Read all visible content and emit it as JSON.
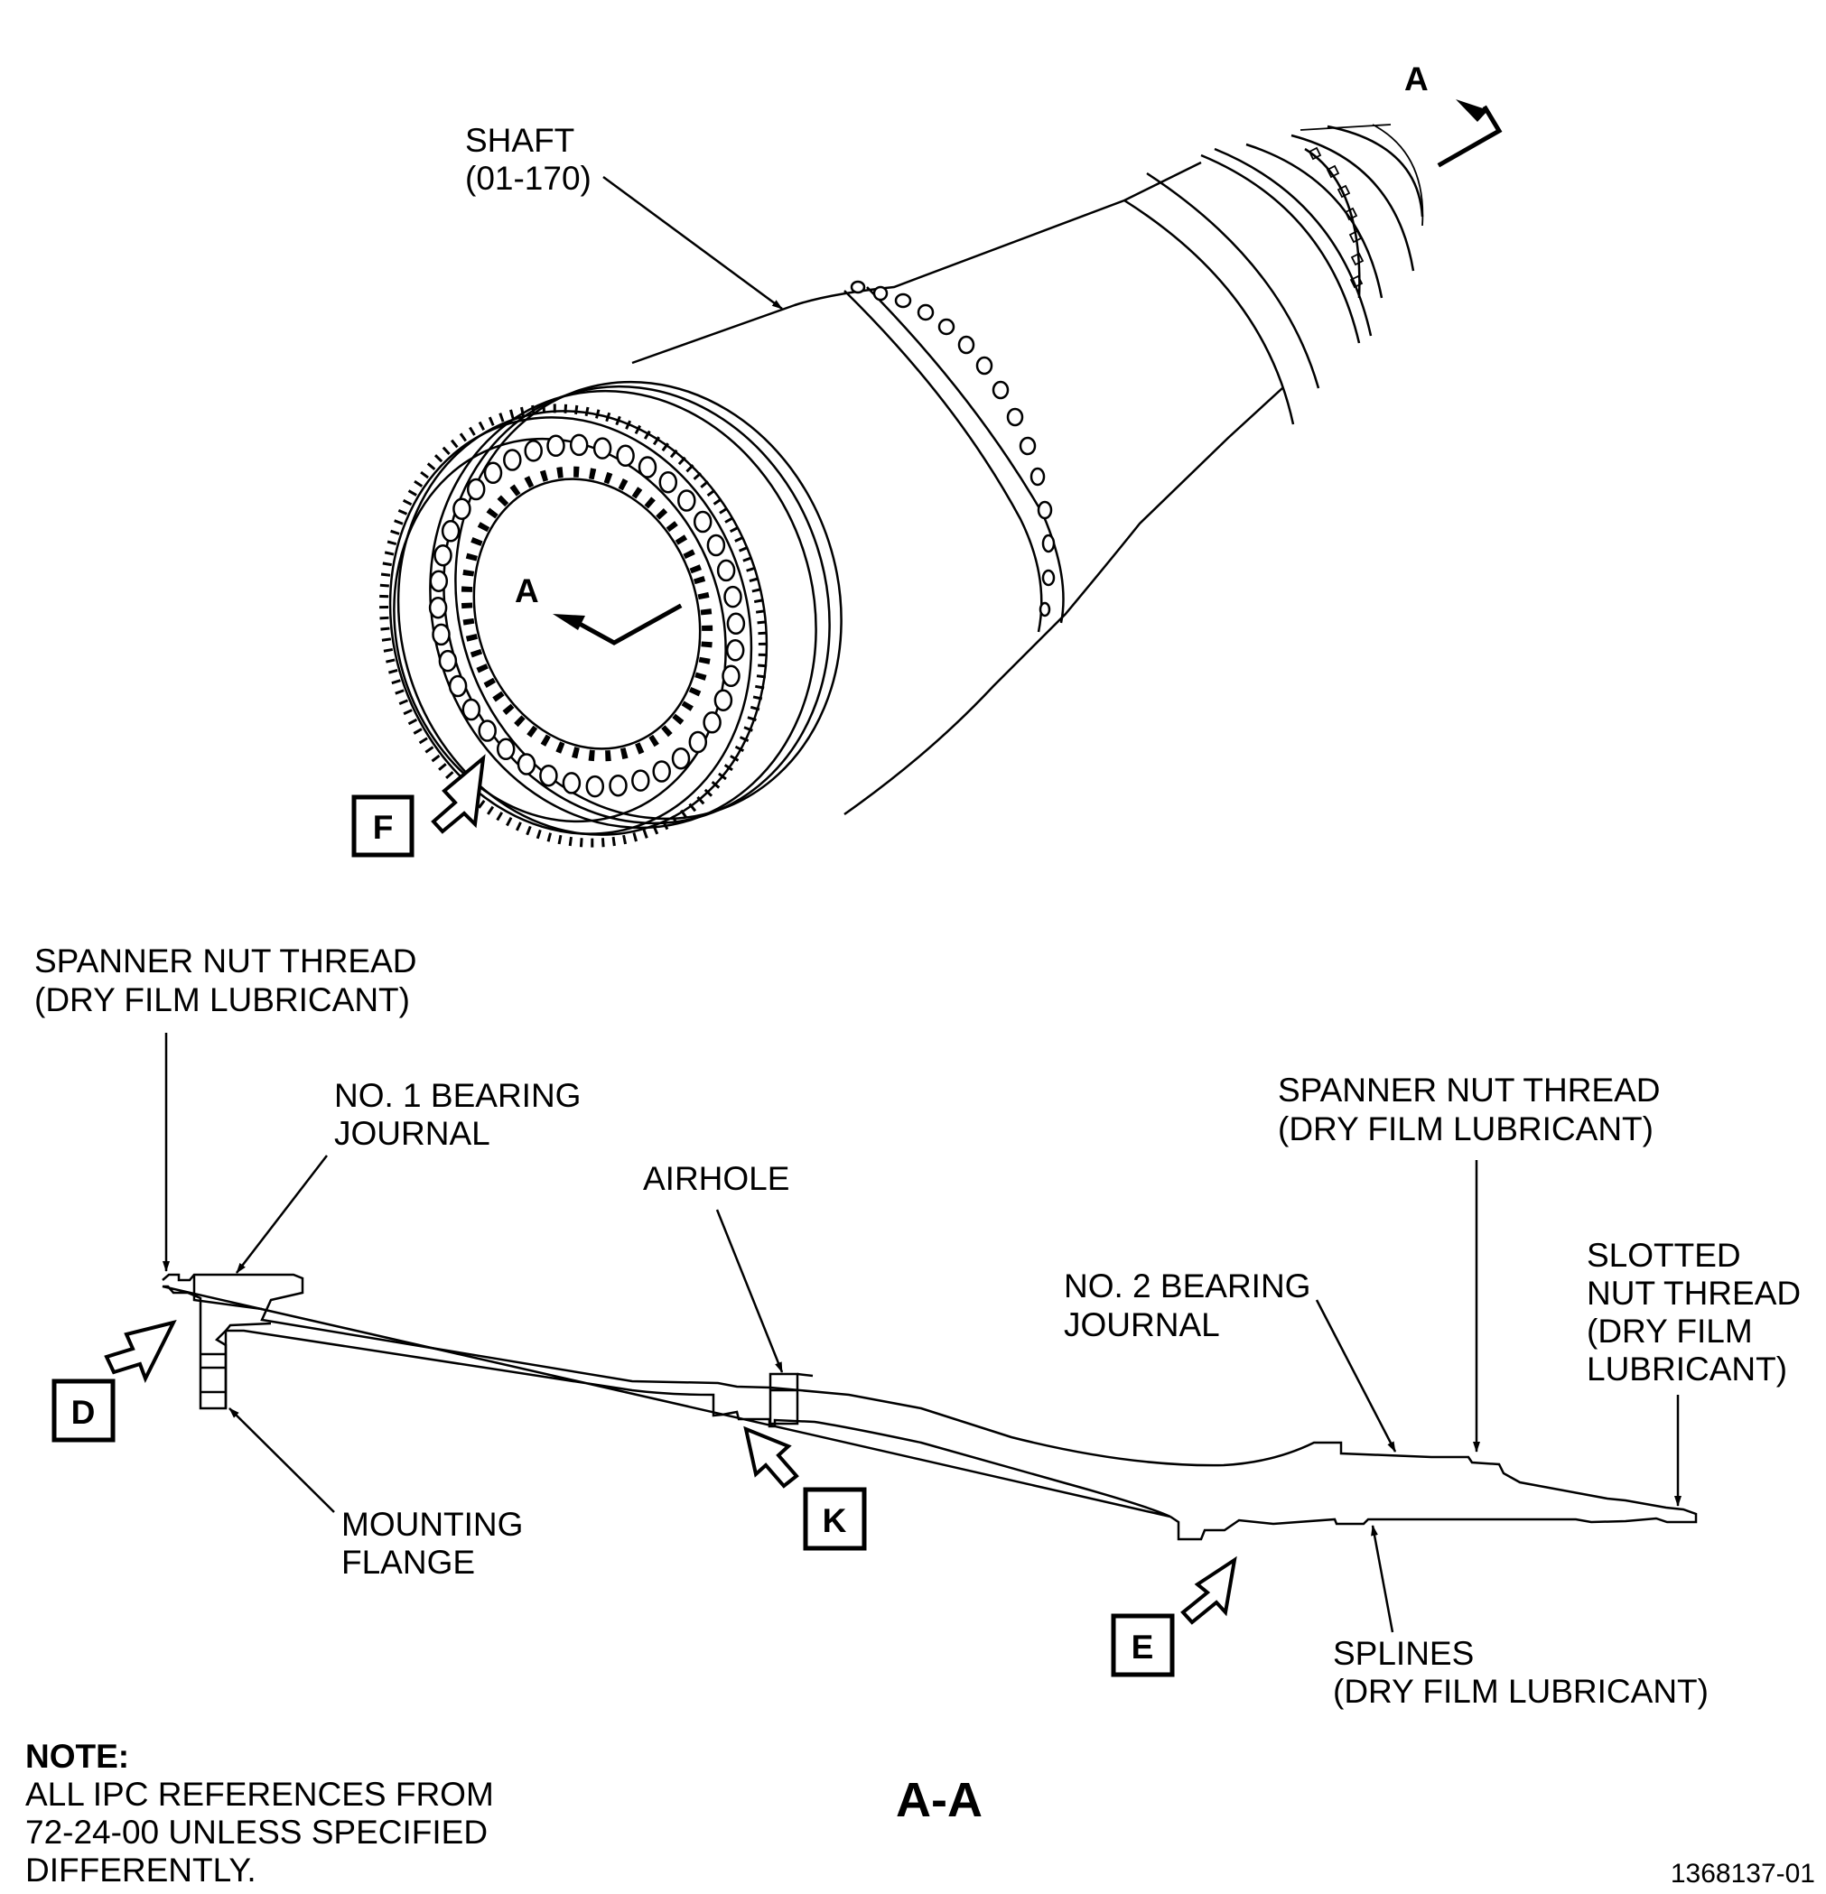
{
  "section_marks": {
    "upper_a": "A",
    "left_a": "A"
  },
  "labels": {
    "shaft": [
      "SHAFT",
      "(01-170)"
    ],
    "spanner_left": [
      "SPANNER NUT THREAD",
      "(DRY FILM LUBRICANT)"
    ],
    "bearing1": [
      "NO. 1 BEARING",
      "JOURNAL"
    ],
    "airhole": "AIRHOLE",
    "spanner_right": [
      "SPANNER NUT THREAD",
      "(DRY FILM LUBRICANT)"
    ],
    "slotted": [
      "SLOTTED",
      "NUT THREAD",
      "(DRY FILM",
      "LUBRICANT)"
    ],
    "bearing2": [
      "NO. 2 BEARING",
      "JOURNAL"
    ],
    "mounting": [
      "MOUNTING",
      "FLANGE"
    ],
    "splines": [
      "SPLINES",
      "(DRY FILM LUBRICANT)"
    ]
  },
  "view_boxes": {
    "f": "F",
    "d": "D",
    "k": "K",
    "e": "E"
  },
  "section_title": "A-A",
  "note": {
    "heading": "NOTE:",
    "lines": [
      "ALL IPC REFERENCES FROM",
      "72-24-00 UNLESS SPECIFIED",
      "DIFFERENTLY."
    ]
  },
  "figure_id": "1368137-01"
}
